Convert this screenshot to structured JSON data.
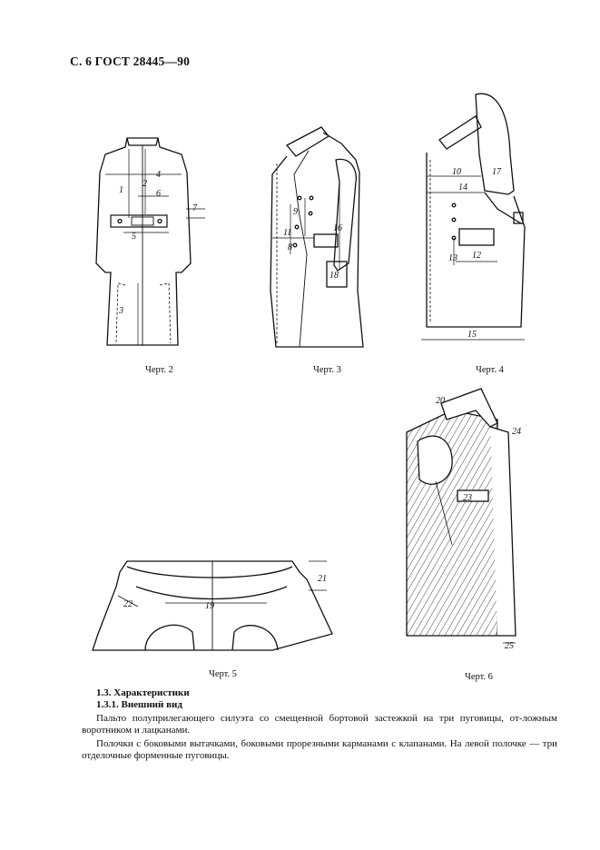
{
  "header": {
    "title": "С. 6 ГОСТ 28445—90"
  },
  "captions": {
    "fig2": "Черт. 2",
    "fig3": "Черт. 3",
    "fig4": "Черт. 4",
    "fig5": "Черт. 5",
    "fig6": "Черт. 6"
  },
  "dimensions": {
    "fig2": [
      "1",
      "2",
      "3",
      "4",
      "5",
      "6",
      "7"
    ],
    "fig3": [
      "8",
      "9",
      "11",
      "16",
      "18"
    ],
    "fig4": [
      "10",
      "12",
      "13",
      "14",
      "15",
      "17"
    ],
    "fig5": [
      "19",
      "21",
      "22"
    ],
    "fig6": [
      "20",
      "23",
      "24",
      "25"
    ]
  },
  "section": {
    "number": "1.3.",
    "title": "Характеристики",
    "subnumber": "1.3.1.",
    "subtitle": "Внешний вид"
  },
  "paragraphs": [
    "Пальто полуприлегающего силуэта со смещенной бортовой застежкой на три пуговицы, от-ложным воротником и лацканами.",
    "Полочки с боковыми вытачками, боковыми прорезными карманами с клапанами. На левой полочке — три отделочные форменные пуговицы."
  ]
}
